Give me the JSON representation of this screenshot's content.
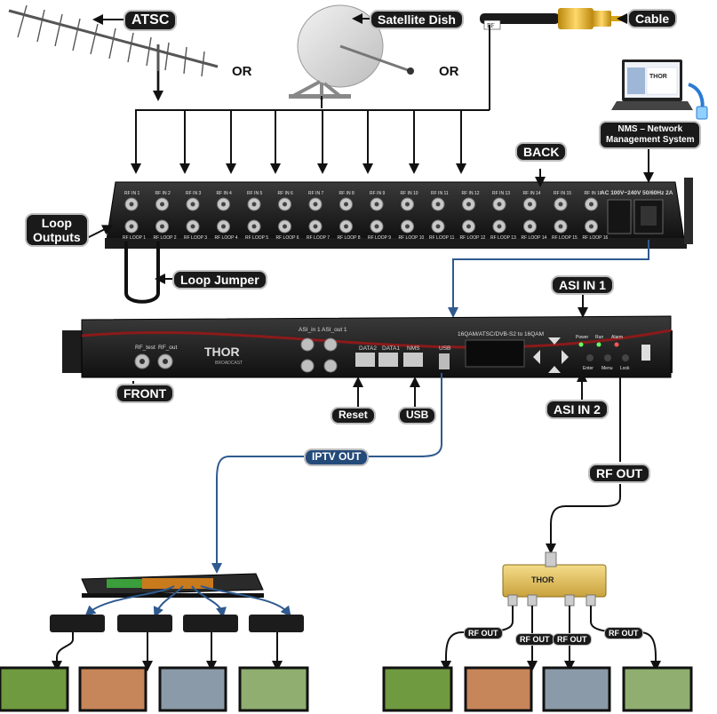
{
  "labels": {
    "atsc": "ATSC",
    "satellite": "Satellite Dish",
    "cable": "Cable",
    "or": "OR",
    "nms_line1": "NMS – Network",
    "nms_line2": "Management System",
    "back": "BACK",
    "loop_outputs_line1": "Loop",
    "loop_outputs_line2": "Outputs",
    "loop_jumper": "Loop Jumper",
    "asi_in1": "ASI IN 1",
    "asi_in2": "ASI IN 2",
    "front": "FRONT",
    "reset": "Reset",
    "usb": "USB",
    "iptv_out": "IPTV OUT",
    "rf_out": "RF OUT",
    "rf_out_small": "RF OUT",
    "rf_tag": "RF"
  },
  "back_panel": {
    "rf_in_labels": [
      "RF IN 1",
      "RF IN 2",
      "RF IN 3",
      "RF IN 4",
      "RF IN 5",
      "RF IN 6",
      "RF IN 7",
      "RF IN 8",
      "RF IN 9",
      "RF IN 10",
      "RF IN 11",
      "RF IN 12",
      "RF IN 13",
      "RF IN 14",
      "RF IN 15",
      "RF IN 16"
    ],
    "rf_loop_labels": [
      "RF LOOP 1",
      "RF LOOP 2",
      "RF LOOP 3",
      "RF LOOP 4",
      "RF LOOP 5",
      "RF LOOP 6",
      "RF LOOP 7",
      "RF LOOP 8",
      "RF LOOP 9",
      "RF LOOP 10",
      "RF LOOP 11",
      "RF LOOP 12",
      "RF LOOP 13",
      "RF LOOP 14",
      "RF LOOP 15",
      "RF LOOP 16"
    ],
    "power_spec": "AC 100V~240V 50/60Hz 2A"
  },
  "front_panel": {
    "rf_test": "RF_test",
    "rf_out": "RF_out",
    "brand": "THOR",
    "brand_sub": "BROADCAST",
    "asi_in_1": "ASI_in 1",
    "asi_out_1": "ASI_out 1",
    "data2": "DATA2",
    "data1": "DATA1",
    "nms": "NMS",
    "usb": "USB",
    "model": "16QAM/ATSC/DVB-S2 to 16QAM",
    "power": "Power",
    "run": "Run",
    "alarm": "Alarm",
    "enter": "Enter",
    "menu": "Menu",
    "lock": "Lock"
  },
  "laptop_brand": "THOR",
  "splitter_brand": "THOR"
}
